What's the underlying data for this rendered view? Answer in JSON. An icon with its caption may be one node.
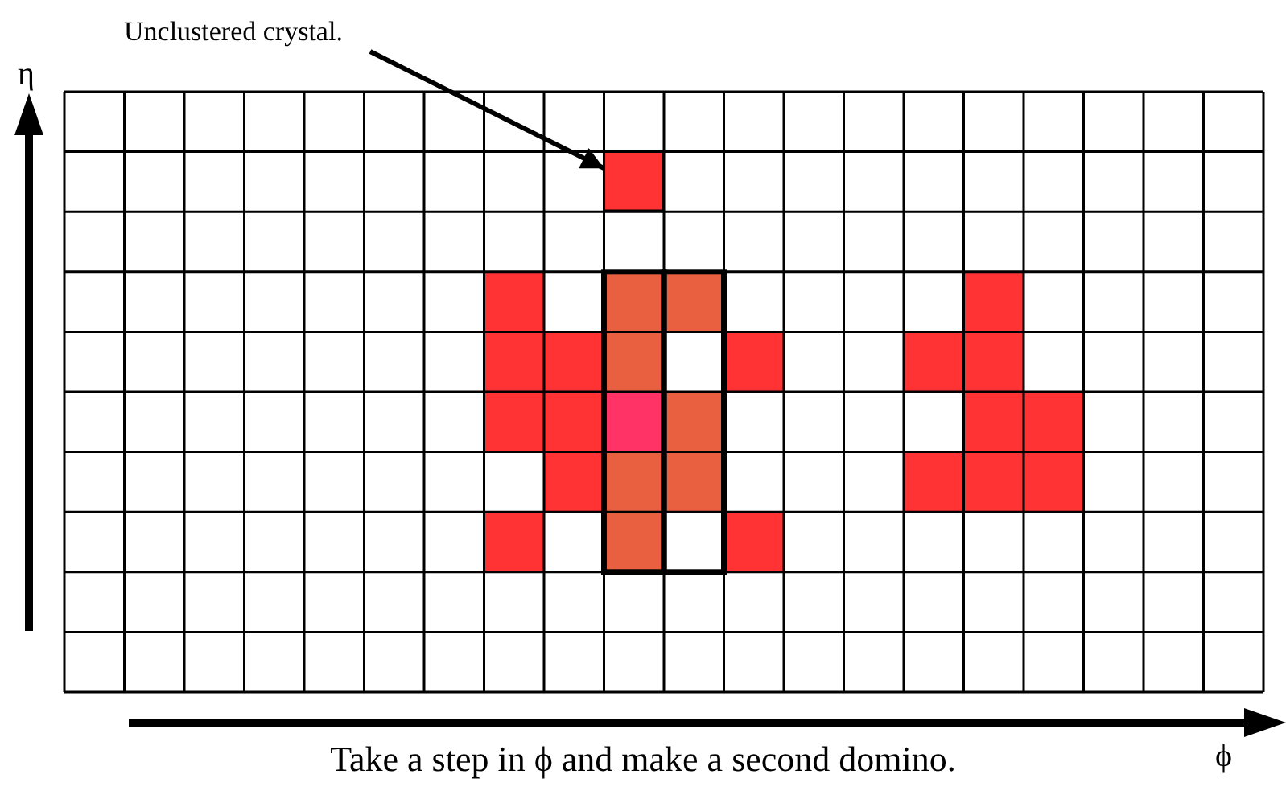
{
  "diagram": {
    "caption": "Take a step in ϕ and make a second domino.",
    "nodes": [
      {
        "text": [
          "Unclustered crystal."
        ]
      },
      {
        "text": [],
        "shape": "box"
      }
    ],
    "edges": [
      {
        "from": 0,
        "to": 1,
        "arrow": "to"
      }
    ],
    "labels": [
      "η",
      "ϕ"
    ]
  }
}
